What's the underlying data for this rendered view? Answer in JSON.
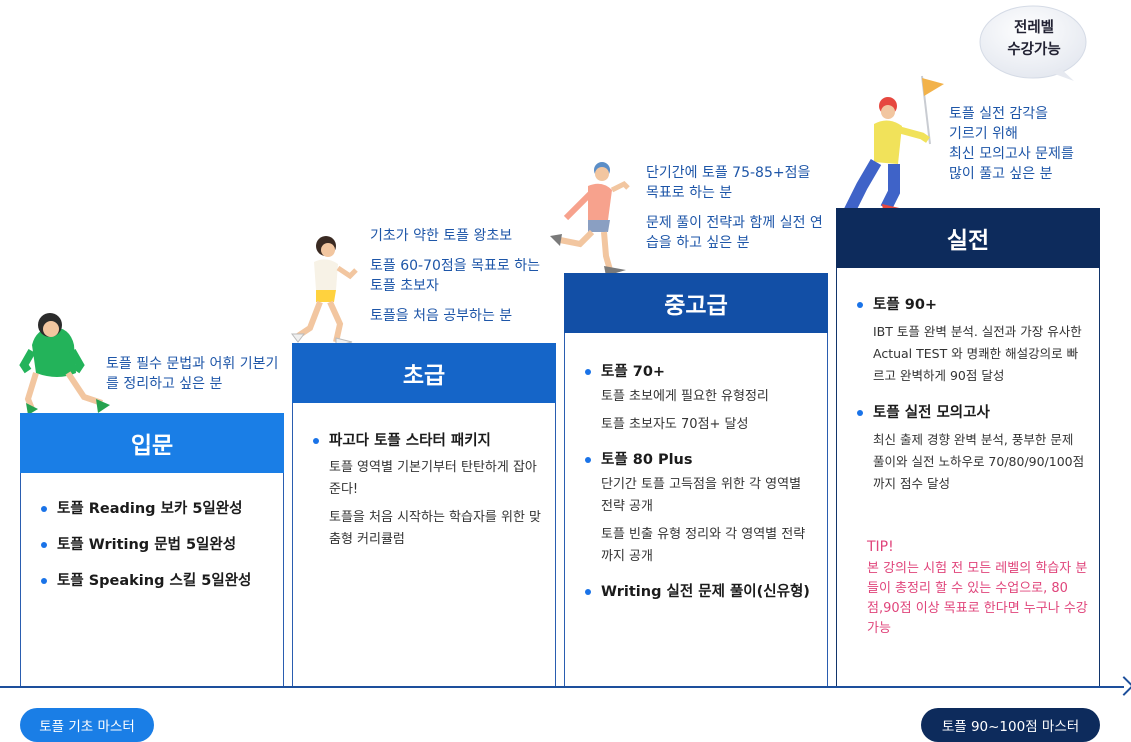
{
  "bubble": {
    "line1": "전레벨",
    "line2": "수강가능"
  },
  "levels": [
    {
      "name": "입문",
      "audience": [
        "토플 필수 문법과 어휘 기본기를 정리하고 싶은 분"
      ],
      "items": [
        {
          "title": "토플 Reading 보카 5일완성"
        },
        {
          "title": "토플 Writing 문법 5일완성"
        },
        {
          "title": "토플 Speaking 스킬 5일완성"
        }
      ]
    },
    {
      "name": "초급",
      "audience": [
        "기초가 약한 토플 왕초보",
        "토플 60-70점을 목표로 하는 토플 초보자",
        "토플을 처음 공부하는 분"
      ],
      "items": [
        {
          "title": "파고다 토플 스타터 패키지",
          "desc": [
            "토플 영역별 기본기부터 탄탄하게 잡아준다!",
            "토플을 처음 시작하는 학습자를 위한 맞춤형 커리큘럼"
          ]
        }
      ]
    },
    {
      "name": "중고급",
      "audience": [
        "단기간에 토플 75-85+점을 목표로 하는 분",
        "문제 풀이 전략과 함께 실전 연습을 하고 싶은 분"
      ],
      "items": [
        {
          "title": "토플 70+",
          "desc": [
            "토플 초보에게 필요한 유형정리",
            "토플 초보자도 70점+ 달성"
          ]
        },
        {
          "title": "토플 80 Plus",
          "desc": [
            "단기간 토플 고득점을 위한 각 영역별 전략 공개",
            "토플 빈출 유형 정리와 각 영역별 전략까지 공개"
          ]
        },
        {
          "title": "Writing 실전 문제 풀이(신유형)"
        }
      ]
    },
    {
      "name": "실전",
      "audience": [
        "토플 실전 감각을",
        "기르기 위해",
        "최신 모의고사 문제를",
        "많이 풀고 싶은 분"
      ],
      "items": [
        {
          "title": "토플 90+",
          "desc": [
            "IBT 토플 완벽 분석. 실전과 가장 유사한 Actual TEST 와 명쾌한 해설강의로 빠르고 완벽하게 90점 달성"
          ]
        },
        {
          "title": "토플 실전 모의고사",
          "desc": [
            "최신 출제 경향 완벽 분석, 풍부한 문제 풀이와  실전  노하우로 70/80/90/100점까지 점수 달성"
          ]
        }
      ],
      "tip": {
        "title": "TIP!",
        "text": "본 강의는 시험 전 모든 레벨의 학습자 분들이 총정리 할 수 있는 수업으로,  80점,90점 이상 목표로 한다면 누구나 수강 가능"
      }
    }
  ],
  "axis": {
    "start_label": "토플 기초 마스터",
    "end_label": "토플 90~100점 마스터"
  },
  "colors": {
    "level1": "#1a7ee6",
    "level2": "#1565c8",
    "level3": "#124fa6",
    "level4": "#0d2b5c",
    "caption": "#1e56a8",
    "tip": "#e0457b"
  },
  "icons": [
    "person-green-hoodie-icon",
    "person-running-yellow-icon",
    "person-jogging-icon",
    "person-flag-runner-icon",
    "flag-icon",
    "speech-bubble-icon"
  ]
}
